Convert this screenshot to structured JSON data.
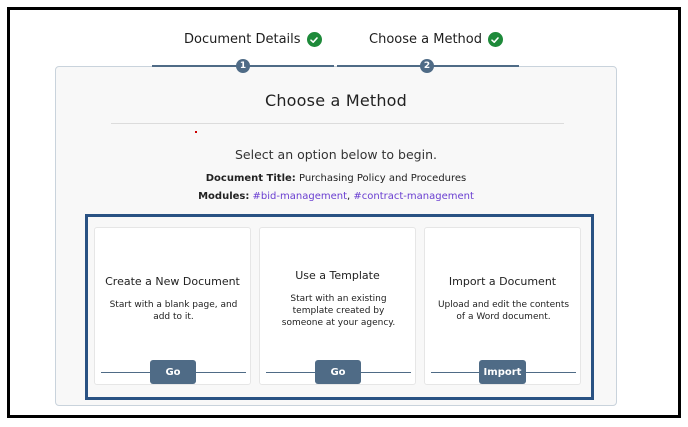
{
  "stepper": {
    "steps": [
      {
        "label": "Document Details",
        "number": "1",
        "status": "complete"
      },
      {
        "label": "Choose a Method",
        "number": "2",
        "status": "complete"
      }
    ]
  },
  "panel": {
    "title": "Choose a Method",
    "subtitle": "Select an option below to begin.",
    "document_title_label": "Document Title:",
    "document_title_value": "Purchasing Policy and Procedures",
    "modules_label": "Modules:",
    "modules": [
      "#bid-management",
      "#contract-management"
    ],
    "modules_separator": ","
  },
  "options": [
    {
      "title": "Create a New Document",
      "description": "Start with a blank page, and add to it.",
      "button": "Go"
    },
    {
      "title": "Use a Template",
      "description": "Start with an existing template created by someone at your agency.",
      "button": "Go"
    },
    {
      "title": "Import a Document",
      "description": "Upload and edit the contents of a Word document.",
      "button": "Import"
    }
  ],
  "colors": {
    "accent": "#4f6b86",
    "success": "#1e8a3a",
    "link": "#6a3fd1",
    "highlight_border": "#2a5283"
  }
}
